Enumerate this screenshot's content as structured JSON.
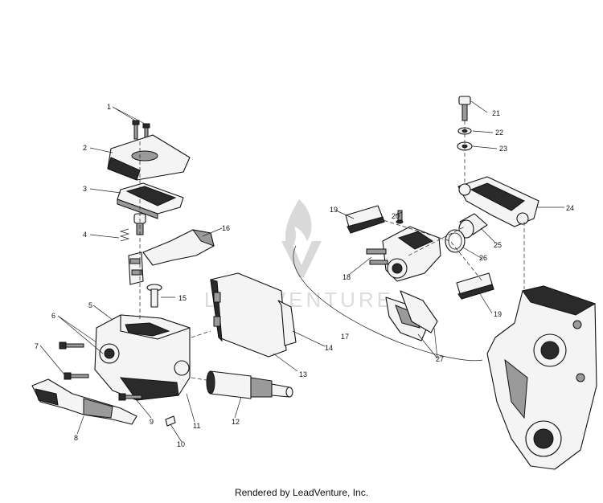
{
  "watermark": {
    "text": "LEADVENTURE"
  },
  "credit": "Rendered by LeadVenture, Inc.",
  "callouts": {
    "c1": "1",
    "c2": "2",
    "c3": "3",
    "c4": "4",
    "c5": "5",
    "c6": "6",
    "c7": "7",
    "c8": "8",
    "c9": "9",
    "c10": "10",
    "c11": "11",
    "c12": "12",
    "c13": "13",
    "c14": "14",
    "c15": "15",
    "c16": "16",
    "c17": "17",
    "c18": "18",
    "c19a": "19",
    "c19b": "19",
    "c20": "20",
    "c21": "21",
    "c22": "22",
    "c23": "23",
    "c24": "24",
    "c25": "25",
    "c26": "26",
    "c27": "27"
  }
}
